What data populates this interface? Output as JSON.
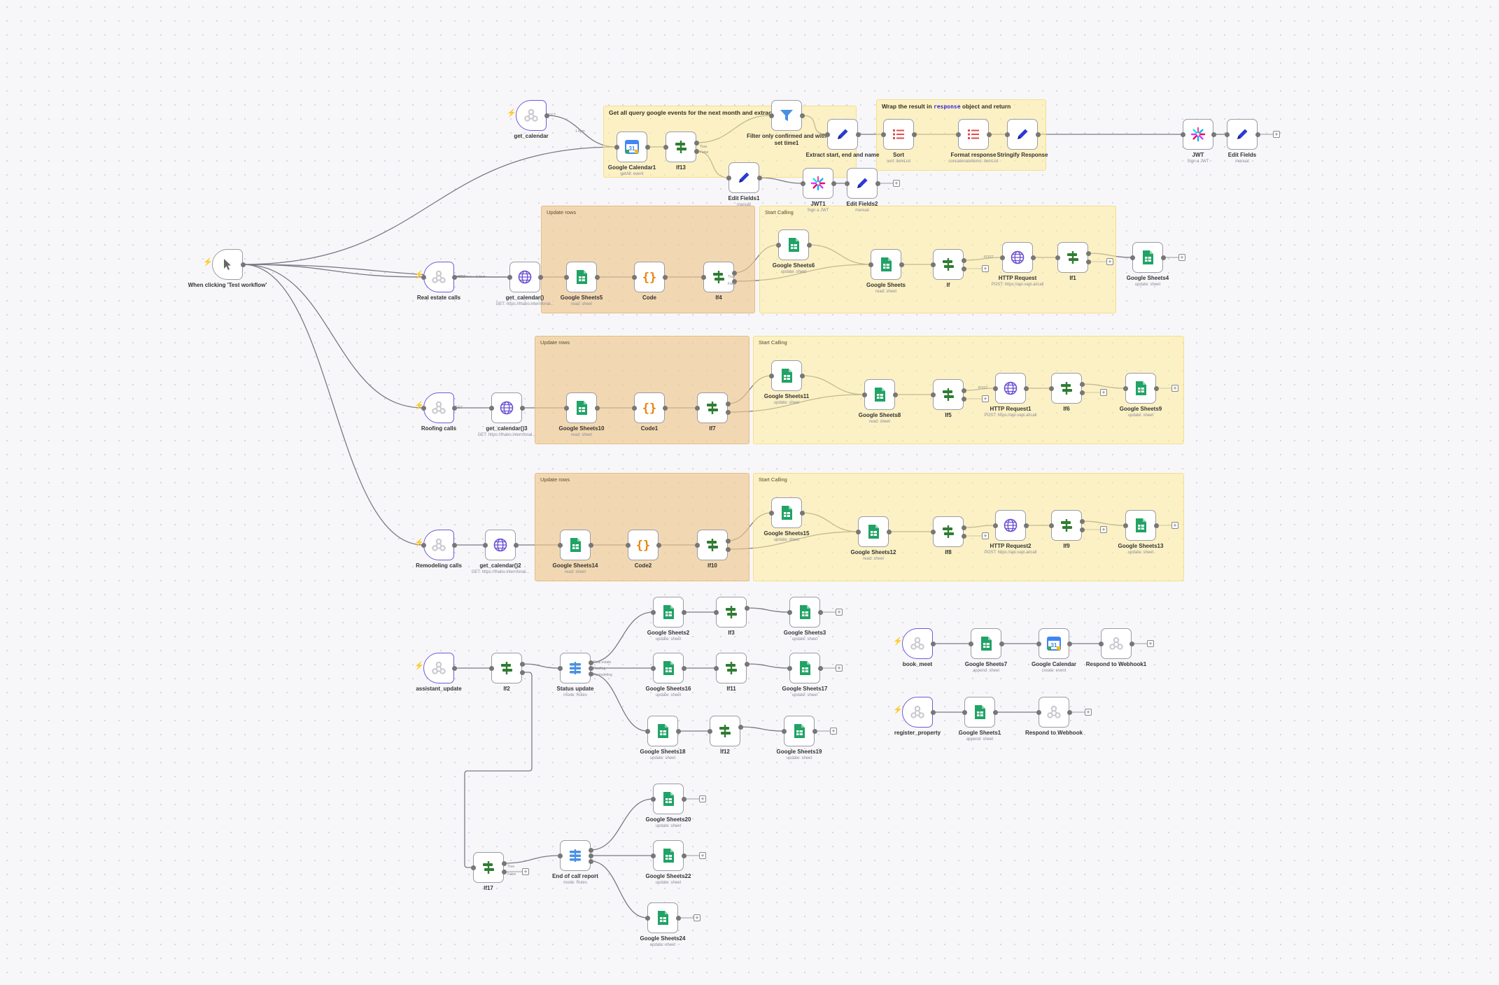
{
  "colors": {
    "canvas": "#f7f7fa",
    "sticky_yellow": "#fff3c4",
    "sticky_orange": "#f3d6a8",
    "edge": "#777777",
    "trigger_bolt": "#e03c3c",
    "sheets_green": "#21a366",
    "if_green": "#2f7d32",
    "code_orange": "#e8850c",
    "edit_blue": "#2c3ad6",
    "http_purple": "#6a50d3",
    "sort_red": "#e24b4b",
    "filter_blue": "#4a90e2"
  },
  "sticky_notes": {
    "s1": {
      "label": "Get all query google events for the next month and extract relevant"
    },
    "s2": {
      "label_before": "Wrap the result in",
      "code": "response",
      "label_after": "object and return"
    },
    "s3": {
      "label": "Update rows"
    },
    "s4": {
      "label": "Start Calling"
    },
    "s5": {
      "label": "Update rows"
    },
    "s6": {
      "label": "Start Calling"
    },
    "s7": {
      "label": "Update rows"
    },
    "s8": {
      "label": "Start Calling"
    }
  },
  "edge_labels": {
    "e1": "GET",
    "e2": "1 item",
    "e3": "True",
    "e4": "False",
    "e5": "GET",
    "e6": "1 item",
    "e7": "POST",
    "e8": "POST",
    "e9": "GET",
    "e10": "True",
    "e11": "False",
    "e12": "Real estate",
    "e13": "Roofing",
    "e14": "Remodeling",
    "e15": "True",
    "e16": "False"
  },
  "nodes": {
    "manual_trigger": {
      "label": "When clicking 'Test workflow'",
      "sub": "",
      "icon": "cursor-icon"
    },
    "get_calendar": {
      "label": "get_calendar",
      "sub": "",
      "icon": "webhook-icon"
    },
    "google_calendar1": {
      "label": "Google Calendar1",
      "sub": "getAll: event",
      "icon": "google-calendar-icon"
    },
    "if13": {
      "label": "If13",
      "sub": "",
      "icon": "if-icon"
    },
    "filter": {
      "label": "Filter only confirmed and with set time1",
      "sub": "",
      "icon": "filter-icon"
    },
    "extract": {
      "label": "Extract start, end and name",
      "sub": "",
      "icon": "pencil-icon"
    },
    "sort": {
      "label": "Sort",
      "sub": "sort: itemList",
      "icon": "list-icon"
    },
    "format_response": {
      "label": "Format response",
      "sub": "concatenateItems: itemList",
      "icon": "list-icon"
    },
    "stringify": {
      "label": "Stringify Response",
      "sub": "",
      "icon": "pencil-icon"
    },
    "jwt": {
      "label": "JWT",
      "sub": "Sign a JWT",
      "icon": "jwt-icon"
    },
    "edit_fields": {
      "label": "Edit Fields",
      "sub": "manual",
      "icon": "pencil-icon"
    },
    "edit_fields1": {
      "label": "Edit Fields1",
      "sub": "manual",
      "icon": "pencil-icon"
    },
    "jwt1": {
      "label": "JWT1",
      "sub": "Sign a JWT",
      "icon": "jwt-icon"
    },
    "edit_fields2": {
      "label": "Edit Fields2",
      "sub": "manual",
      "icon": "pencil-icon"
    },
    "real_estate_calls": {
      "label": "Real estate calls",
      "sub": "",
      "icon": "webhook-icon"
    },
    "get_calendar_a": {
      "label": "get_calendar()",
      "sub": "GET: https://thabo.internfonal...",
      "icon": "globe-icon"
    },
    "gs5": {
      "label": "Google Sheets5",
      "sub": "read: sheet",
      "icon": "google-sheets-icon"
    },
    "code": {
      "label": "Code",
      "sub": "",
      "icon": "code-icon"
    },
    "if4": {
      "label": "If4",
      "sub": "",
      "icon": "if-icon"
    },
    "gs6": {
      "label": "Google Sheets6",
      "sub": "update: sheet",
      "icon": "google-sheets-icon"
    },
    "gs": {
      "label": "Google Sheets",
      "sub": "read: sheet",
      "icon": "google-sheets-icon"
    },
    "if_plain": {
      "label": "If",
      "sub": "",
      "icon": "if-icon"
    },
    "http": {
      "label": "HTTP Request",
      "sub": "POST: https://api.vapi.ai/call",
      "icon": "globe-icon"
    },
    "if1": {
      "label": "If1",
      "sub": "",
      "icon": "if-icon"
    },
    "gs4": {
      "label": "Google Sheets4",
      "sub": "update: sheet",
      "icon": "google-sheets-icon"
    },
    "roofing_calls": {
      "label": "Roofing calls",
      "sub": "",
      "icon": "webhook-icon"
    },
    "get_calendar_b": {
      "label": "get_calendar()3",
      "sub": "GET: https://thabo.internfonal...",
      "icon": "globe-icon"
    },
    "gs10": {
      "label": "Google Sheets10",
      "sub": "read: sheet",
      "icon": "google-sheets-icon"
    },
    "code1": {
      "label": "Code1",
      "sub": "",
      "icon": "code-icon"
    },
    "if7": {
      "label": "If7",
      "sub": "",
      "icon": "if-icon"
    },
    "gs11": {
      "label": "Google Sheets11",
      "sub": "update: sheet",
      "icon": "google-sheets-icon"
    },
    "gs8": {
      "label": "Google Sheets8",
      "sub": "read: sheet",
      "icon": "google-sheets-icon"
    },
    "if5": {
      "label": "If5",
      "sub": "",
      "icon": "if-icon"
    },
    "http1": {
      "label": "HTTP Request1",
      "sub": "POST: https://api.vapi.ai/call",
      "icon": "globe-icon"
    },
    "if6": {
      "label": "If6",
      "sub": "",
      "icon": "if-icon"
    },
    "gs9": {
      "label": "Google Sheets9",
      "sub": "update: sheet",
      "icon": "google-sheets-icon"
    },
    "remodeling_calls": {
      "label": "Remodeling calls",
      "sub": "",
      "icon": "webhook-icon"
    },
    "get_calendar_c": {
      "label": "get_calendar()2",
      "sub": "GET: https://thabo.internfonal...",
      "icon": "globe-icon"
    },
    "gs14": {
      "label": "Google Sheets14",
      "sub": "read: sheet",
      "icon": "google-sheets-icon"
    },
    "code2": {
      "label": "Code2",
      "sub": "",
      "icon": "code-icon"
    },
    "if10": {
      "label": "If10",
      "sub": "",
      "icon": "if-icon"
    },
    "gs15": {
      "label": "Google Sheets15",
      "sub": "update: sheet",
      "icon": "google-sheets-icon"
    },
    "gs12": {
      "label": "Google Sheets12",
      "sub": "read: sheet",
      "icon": "google-sheets-icon"
    },
    "if8": {
      "label": "If8",
      "sub": "",
      "icon": "if-icon"
    },
    "http2": {
      "label": "HTTP Request2",
      "sub": "POST: https://api.vapi.ai/call",
      "icon": "globe-icon"
    },
    "if9": {
      "label": "If9",
      "sub": "",
      "icon": "if-icon"
    },
    "gs13": {
      "label": "Google Sheets13",
      "sub": "update: sheet",
      "icon": "google-sheets-icon"
    },
    "assistant_update": {
      "label": "assistant_update",
      "sub": "",
      "icon": "webhook-icon"
    },
    "if2": {
      "label": "If2",
      "sub": "",
      "icon": "if-icon"
    },
    "status_update": {
      "label": "Status update",
      "sub": "mode: Rules",
      "icon": "switch-icon"
    },
    "gs2": {
      "label": "Google Sheets2",
      "sub": "update: sheet",
      "icon": "google-sheets-icon"
    },
    "if3": {
      "label": "If3",
      "sub": "",
      "icon": "if-icon"
    },
    "gs3": {
      "label": "Google Sheets3",
      "sub": "update: sheet",
      "icon": "google-sheets-icon"
    },
    "gs16": {
      "label": "Google Sheets16",
      "sub": "update: sheet",
      "icon": "google-sheets-icon"
    },
    "if11": {
      "label": "If11",
      "sub": "",
      "icon": "if-icon"
    },
    "gs17": {
      "label": "Google Sheets17",
      "sub": "update: sheet",
      "icon": "google-sheets-icon"
    },
    "gs18": {
      "label": "Google Sheets18",
      "sub": "update: sheet",
      "icon": "google-sheets-icon"
    },
    "if12": {
      "label": "If12",
      "sub": "",
      "icon": "if-icon"
    },
    "gs19": {
      "label": "Google Sheets19",
      "sub": "update: sheet",
      "icon": "google-sheets-icon"
    },
    "if17": {
      "label": "If17",
      "sub": "",
      "icon": "if-icon"
    },
    "end_of_call": {
      "label": "End of call report",
      "sub": "mode: Rules",
      "icon": "switch-icon"
    },
    "gs20": {
      "label": "Google Sheets20",
      "sub": "update: sheet",
      "icon": "google-sheets-icon"
    },
    "gs22": {
      "label": "Google Sheets22",
      "sub": "update: sheet",
      "icon": "google-sheets-icon"
    },
    "gs24": {
      "label": "Google Sheets24",
      "sub": "update: sheet",
      "icon": "google-sheets-icon"
    },
    "book_meet": {
      "label": "book_meet",
      "sub": "",
      "icon": "webhook-icon"
    },
    "gs7": {
      "label": "Google Sheets7",
      "sub": "append: sheet",
      "icon": "google-sheets-icon"
    },
    "google_calendar": {
      "label": "Google Calendar",
      "sub": "create: event",
      "icon": "google-calendar-icon"
    },
    "respond_webhook1": {
      "label": "Respond to Webhook1",
      "sub": "",
      "icon": "webhook-icon"
    },
    "register_property": {
      "label": "register_property",
      "sub": "",
      "icon": "webhook-icon"
    },
    "gs1": {
      "label": "Google Sheets1",
      "sub": "append: sheet",
      "icon": "google-sheets-icon"
    },
    "respond_webhook": {
      "label": "Respond to Webhook",
      "sub": "",
      "icon": "webhook-icon"
    }
  }
}
